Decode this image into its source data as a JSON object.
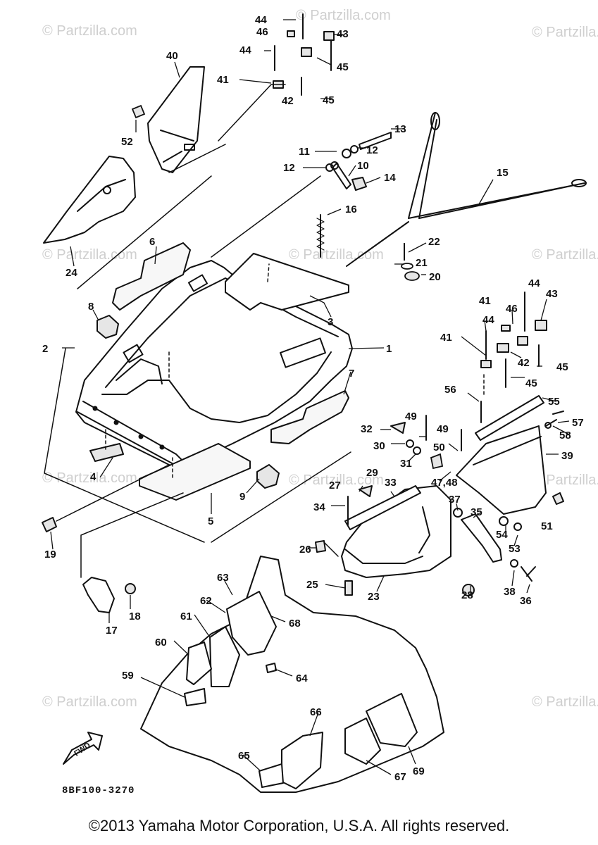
{
  "watermark": "© Partzilla.com",
  "diagram_code": "8BF100-3270",
  "fwd_label": "FWD",
  "copyright": "©2013  Yamaha Motor Corporation, U.S.A. All rights reserved.",
  "labels": [
    "1",
    "2",
    "3",
    "4",
    "5",
    "6",
    "7",
    "8",
    "9",
    "10",
    "11",
    "12",
    "12",
    "13",
    "14",
    "15",
    "16",
    "17",
    "18",
    "19",
    "20",
    "21",
    "22",
    "23",
    "24",
    "25",
    "26",
    "27",
    "28",
    "29",
    "30",
    "31",
    "32",
    "33",
    "34",
    "35",
    "36",
    "37",
    "38",
    "39",
    "40",
    "41",
    "41",
    "41",
    "42",
    "42",
    "43",
    "43",
    "44",
    "44",
    "44",
    "44",
    "45",
    "45",
    "45",
    "45",
    "46",
    "46",
    "47,48",
    "49",
    "49",
    "50",
    "51",
    "52",
    "53",
    "54",
    "55",
    "56",
    "57",
    "58",
    "59",
    "60",
    "61",
    "62",
    "63",
    "64",
    "65",
    "66",
    "67",
    "68",
    "69"
  ]
}
